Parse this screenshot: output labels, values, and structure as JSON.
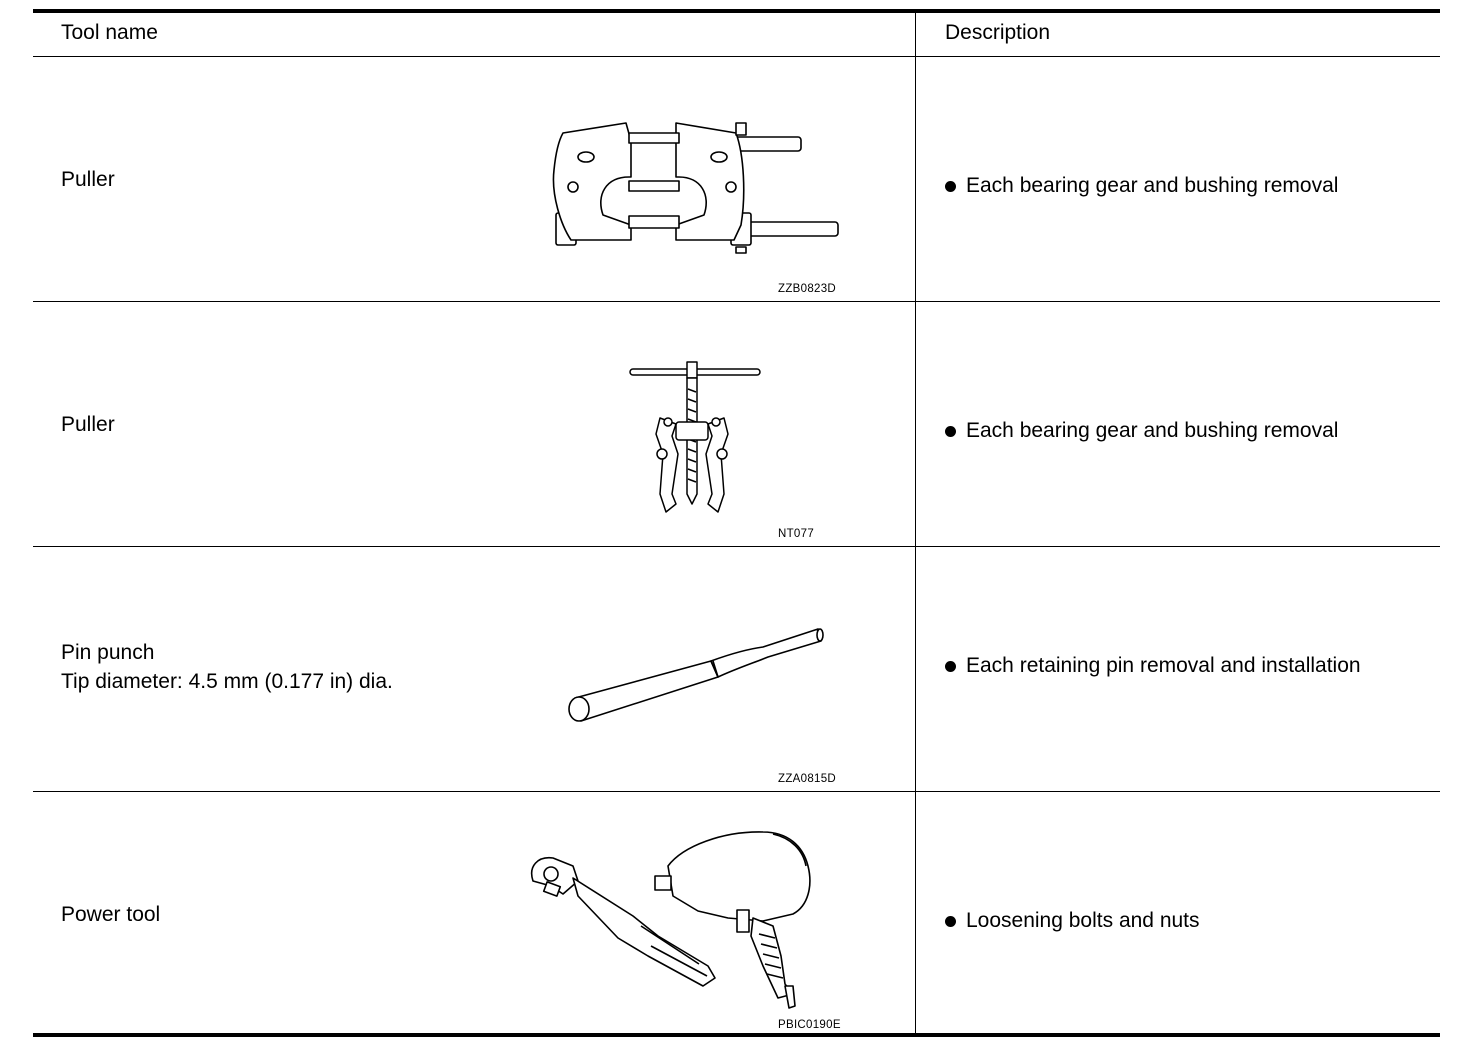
{
  "header": {
    "tool_name": "Tool name",
    "description": "Description"
  },
  "rows": [
    {
      "name_line1": "Puller",
      "name_line2": "",
      "figure_code": "ZZB0823D",
      "figure_icon": "bearing-separator-puller-icon",
      "description": "Each bearing gear and bushing removal"
    },
    {
      "name_line1": "Puller",
      "name_line2": "",
      "figure_code": "NT077",
      "figure_icon": "jaw-puller-icon",
      "description": "Each bearing gear and bushing removal"
    },
    {
      "name_line1": "Pin punch",
      "name_line2": "Tip diameter: 4.5 mm (0.177 in) dia.",
      "figure_code": "ZZA0815D",
      "figure_icon": "pin-punch-icon",
      "description": "Each retaining pin removal and installation"
    },
    {
      "name_line1": "Power tool",
      "name_line2": "",
      "figure_code": "PBIC0190E",
      "figure_icon": "power-tool-icon",
      "description": "Loosening bolts and nuts"
    }
  ]
}
